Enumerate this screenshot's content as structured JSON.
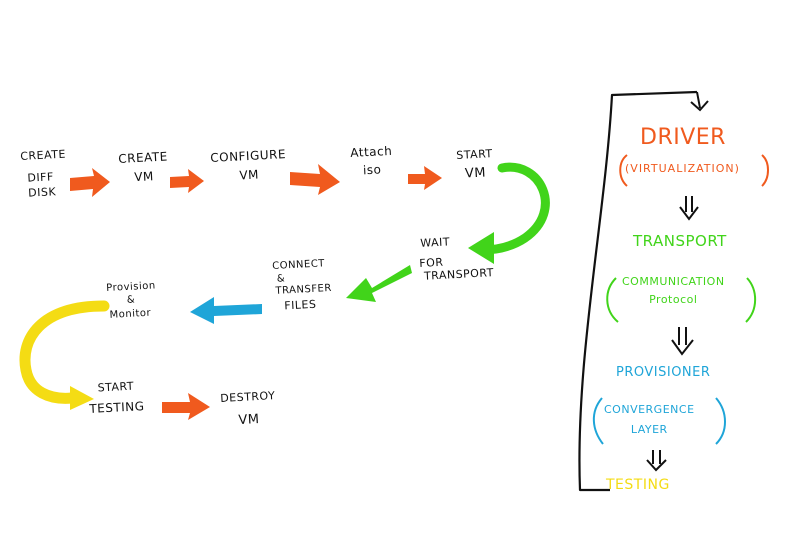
{
  "flow": {
    "create_diff_disk": [
      "CREATE",
      "DIFF",
      "DISK"
    ],
    "create_vm": [
      "CREATE",
      "VM"
    ],
    "configure_vm": [
      "CONFIGURE",
      "VM"
    ],
    "attach_iso": [
      "Attach",
      "ISO"
    ],
    "start_vm": [
      "START",
      "VM"
    ],
    "wait_for_transport": [
      "WAIT",
      "FOR",
      "TRANSPORT"
    ],
    "connect_transfer": [
      "CONNECT",
      "&",
      "TRANSFER",
      "FILES"
    ],
    "provision_monitor": [
      "Provision",
      "&",
      "Monitor"
    ],
    "start_testing": [
      "START",
      "TESTING"
    ],
    "destroy_vm": [
      "DESTROY",
      "VM"
    ]
  },
  "stack": {
    "driver": "DRIVER",
    "virtualization": "(VIRTUALIZATION)",
    "transport": "TRANSPORT",
    "comm_protocol": [
      "COMMUNICATION",
      "Protocol"
    ],
    "provisioner": "PROVISIONER",
    "convergence": [
      "CONVERGENCE",
      "LAYER"
    ],
    "testing": "TESTING"
  },
  "colors": {
    "orange": "#f05a1e",
    "green": "#41d41a",
    "blue": "#1fa5d8",
    "yellow": "#f4dc14",
    "ink": "#111111"
  }
}
